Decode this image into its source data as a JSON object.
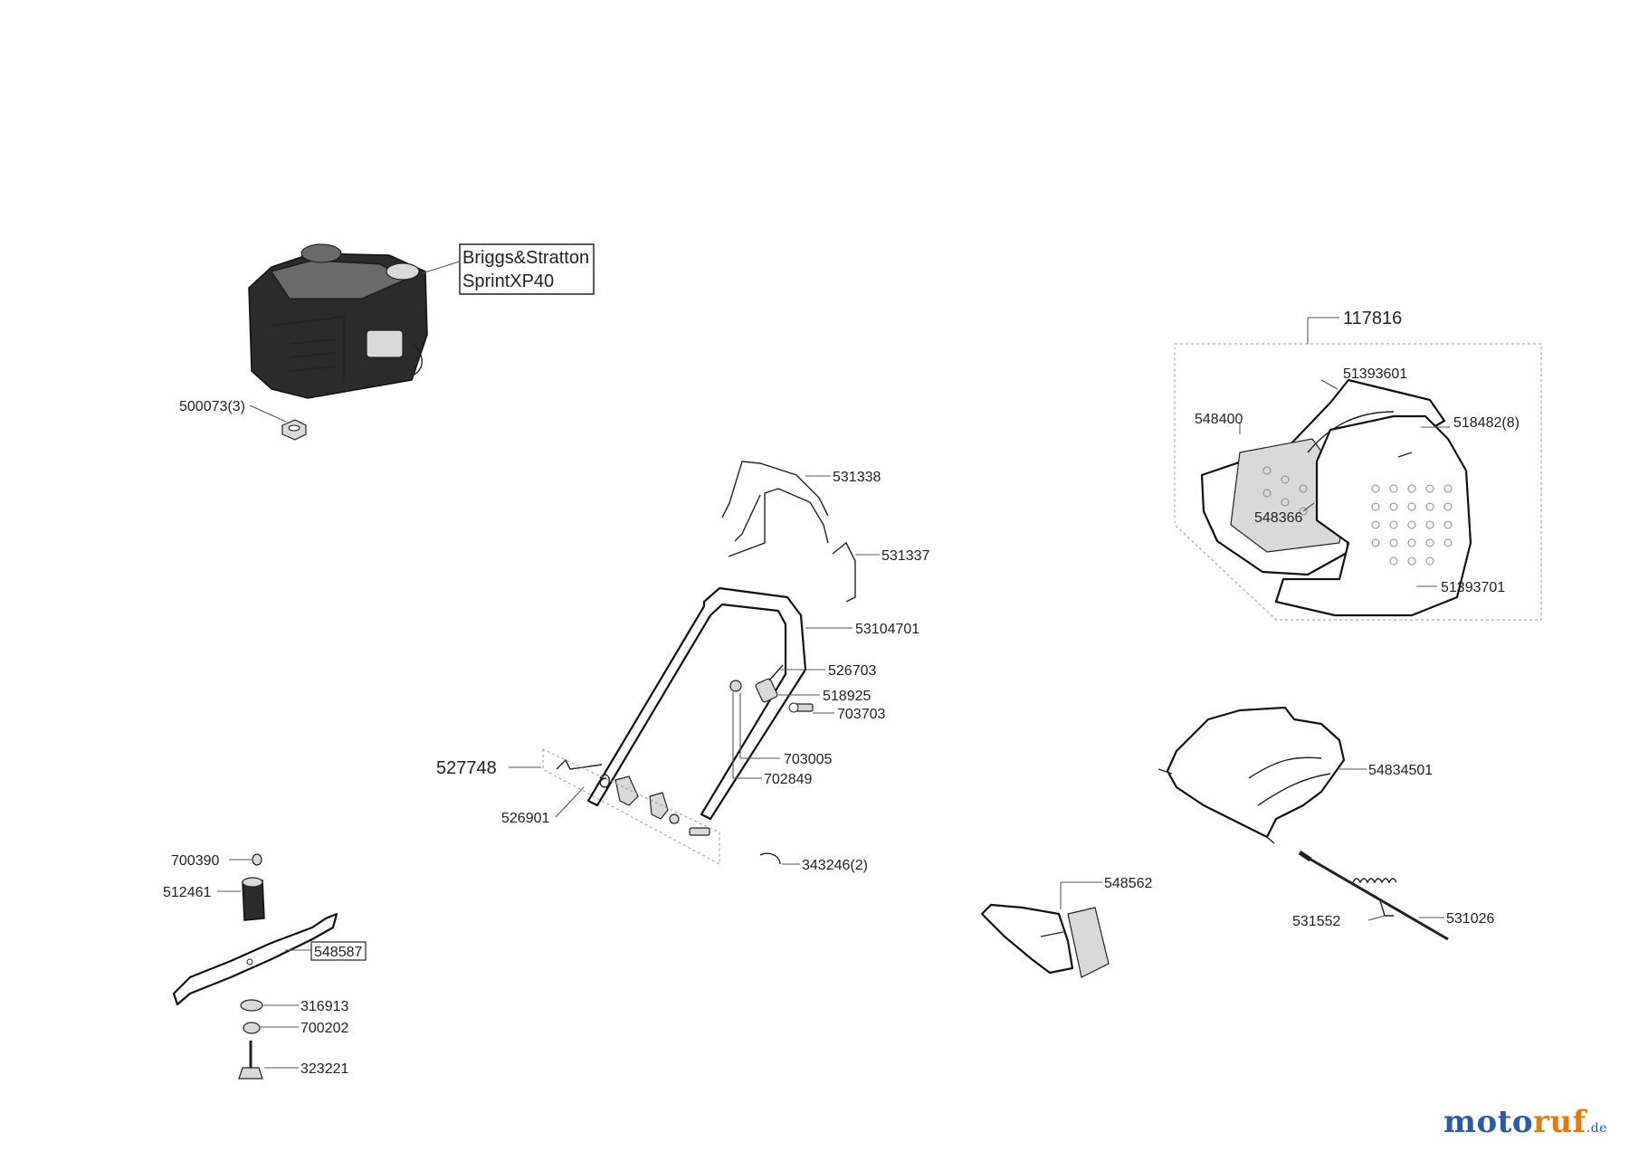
{
  "engine_box": {
    "line1": "Briggs&Stratton",
    "line2": "SprintXP40"
  },
  "labels": {
    "p500073": "500073(3)",
    "p117816": "117816",
    "p51393601": "51393601",
    "p548400": "548400",
    "p518482": "518482(8)",
    "p548366": "548366",
    "p51393701": "51393701",
    "p531338": "531338",
    "p531337": "531337",
    "p53104701": "53104701",
    "p526703": "526703",
    "p518925": "518925",
    "p703703": "703703",
    "p703005": "703005",
    "p702849": "702849",
    "p527748": "527748",
    "p526901": "526901",
    "p343246": "343246(2)",
    "p54834501": "54834501",
    "p548562": "548562",
    "p531552": "531552",
    "p531026": "531026",
    "p700390": "700390",
    "p512461": "512461",
    "p548587": "548587",
    "p316913": "316913",
    "p700202": "700202",
    "p323221": "323221"
  },
  "watermark": {
    "part1": "moto",
    "part2": "ruf",
    "suffix": ".de"
  },
  "colors": {
    "brand_blue": "#2a5aa8",
    "brand_orange": "#e07a10"
  }
}
